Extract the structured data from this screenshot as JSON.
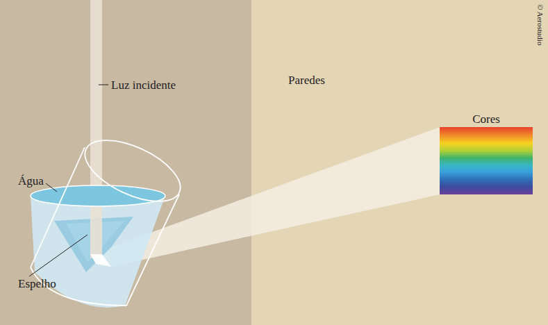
{
  "diagram": {
    "nodes": [
      {
        "text": [
          "Cores"
        ]
      }
    ],
    "labels": [
      "Luz incidente",
      "Paredes",
      "Água",
      "Espelho",
      "© Aerostudio"
    ]
  }
}
